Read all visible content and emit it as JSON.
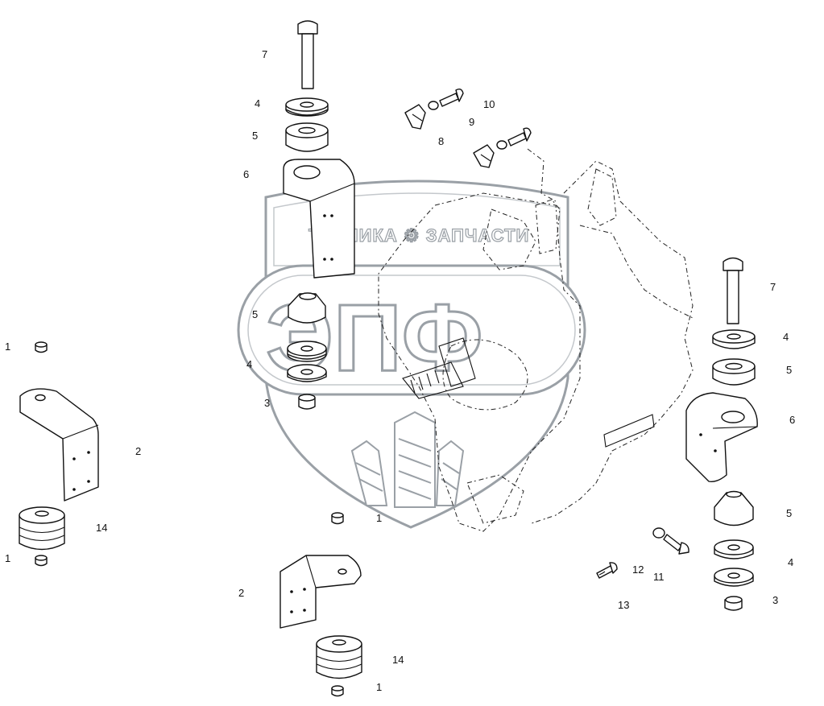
{
  "watermark": {
    "brand_line": "ТЕХНИКА ⚙ ЗАПЧАСТИ",
    "logo_text": "ЭПФ",
    "colors": {
      "outline": "#9aa0a6",
      "fill": "#ffffff"
    }
  },
  "callouts": {
    "c7_top": "7",
    "c4_top": "4",
    "c5_top": "5",
    "c6_top": "6",
    "c10": "10",
    "c9": "9",
    "c8": "8",
    "c5_mid": "5",
    "c4_mid": "4",
    "c3_mid": "3",
    "c1_left_top": "1",
    "c2_left": "2",
    "c14_left": "14",
    "c1_left_bottom": "1",
    "c1_center": "1",
    "c2_bottom": "2",
    "c14_bottom": "14",
    "c1_bottom": "1",
    "c7_right": "7",
    "c4_right_top": "4",
    "c5_right_top": "5",
    "c6_right": "6",
    "c5_right_bottom": "5",
    "c4_right_bottom": "4",
    "c3_right": "3",
    "c12": "12",
    "c11": "11",
    "c13": "13"
  }
}
